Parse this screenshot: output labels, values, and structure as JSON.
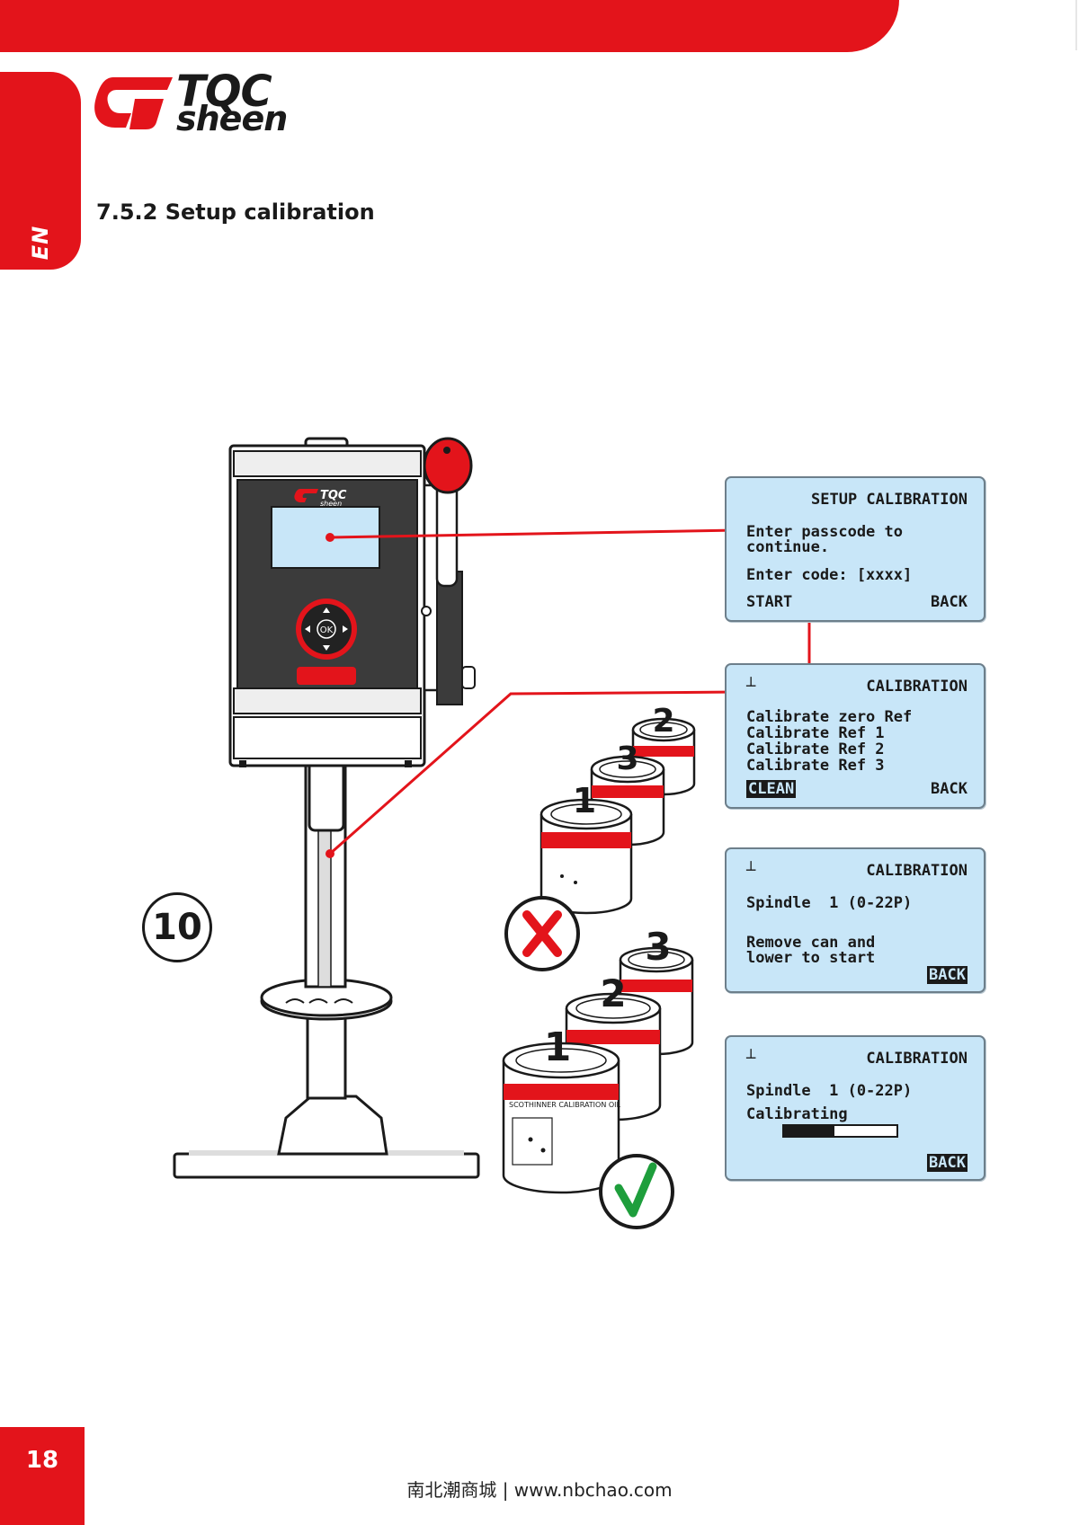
{
  "header": {
    "language_tab": "EN",
    "logo_line1": "TQC",
    "logo_line2": "sheen",
    "section_title": "7.5.2 Setup calibration"
  },
  "device": {
    "brand": "TQC sheen",
    "ok_label": "OK"
  },
  "step_number": "10",
  "cans": {
    "wrong_order": [
      "1",
      "3",
      "2"
    ],
    "correct_order": [
      "1",
      "2",
      "3"
    ],
    "label_text": "SCOTHINNER CALIBRATION OIL"
  },
  "screens": {
    "setup": {
      "title": "SETUP CALIBRATION",
      "line1": "Enter passcode to",
      "line2": "continue.",
      "line3": "Enter code: [xxxx]",
      "left_action": "START",
      "right_action": "BACK"
    },
    "menu": {
      "icon": "┴",
      "title": "CALIBRATION",
      "items": [
        "Calibrate zero Ref",
        "Calibrate Ref 1",
        "Calibrate Ref 2",
        "Calibrate Ref 3"
      ],
      "selected": "CLEAN",
      "right_action": "BACK"
    },
    "spindle": {
      "icon": "┴",
      "title": "CALIBRATION",
      "spindle": "Spindle  1 (0-22P)",
      "line1": "Remove can and",
      "line2": "lower to start",
      "right_action": "BACK"
    },
    "calibrating": {
      "icon": "┴",
      "title": "CALIBRATION",
      "spindle": "Spindle  1 (0-22P)",
      "status": "Calibrating",
      "progress": 0.45,
      "right_action": "BACK"
    }
  },
  "footer": {
    "page_number": "18",
    "site": "南北潮商城 | www.nbchao.com"
  },
  "colors": {
    "brand_red": "#e3141b",
    "screen_bg": "#c8e6f8",
    "check_green": "#1e9e3c"
  }
}
